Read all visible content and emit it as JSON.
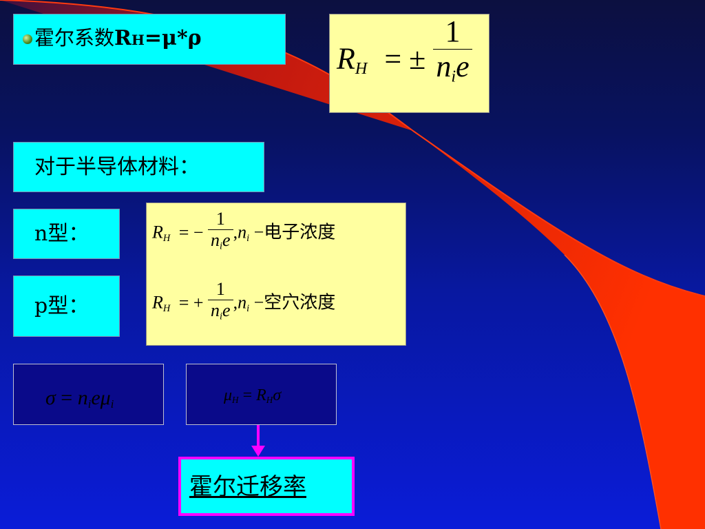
{
  "title_box": {
    "label": "霍尔系数",
    "formula_R": "R",
    "formula_sub": "H",
    "formula_rest": "=μ*ρ"
  },
  "main_formula": {
    "lhs": "R",
    "lhs_sub": "H",
    "op": "= ±",
    "num": "1",
    "den_n": "n",
    "den_sub": "i",
    "den_e": "e"
  },
  "semi_box": {
    "label": "对于半导体材料："
  },
  "n_type": {
    "label": "n型：",
    "lhs": "R",
    "lhs_sub": "H",
    "op": "= −",
    "num": "1",
    "den_n": "n",
    "den_sub": "i",
    "den_e": "e",
    "comma": ",",
    "var": "n",
    "var_sub": "i",
    "dash": "−",
    "desc": "电子浓度"
  },
  "p_type": {
    "label": "p型：",
    "lhs": "R",
    "lhs_sub": "H",
    "op": "= +",
    "num": "1",
    "den_n": "n",
    "den_sub": "i",
    "den_e": "e",
    "comma": ",",
    "var": "n",
    "var_sub": "i",
    "dash": "−",
    "desc": "空穴浓度"
  },
  "sigma_formula": {
    "lhs": "σ",
    "op": "=",
    "n": "n",
    "n_sub": "i",
    "e": "e",
    "mu": "μ",
    "mu_sub": "i"
  },
  "mu_formula": {
    "lhs": "μ",
    "lhs_sub": "H",
    "op": "=",
    "R": "R",
    "R_sub": "H",
    "sigma": "σ"
  },
  "result_box": {
    "label": "霍尔迁移率"
  },
  "colors": {
    "cyan": "#00ffff",
    "yellow": "#ffffa0",
    "magenta": "#ff00ff",
    "red": "#ff2a00"
  }
}
